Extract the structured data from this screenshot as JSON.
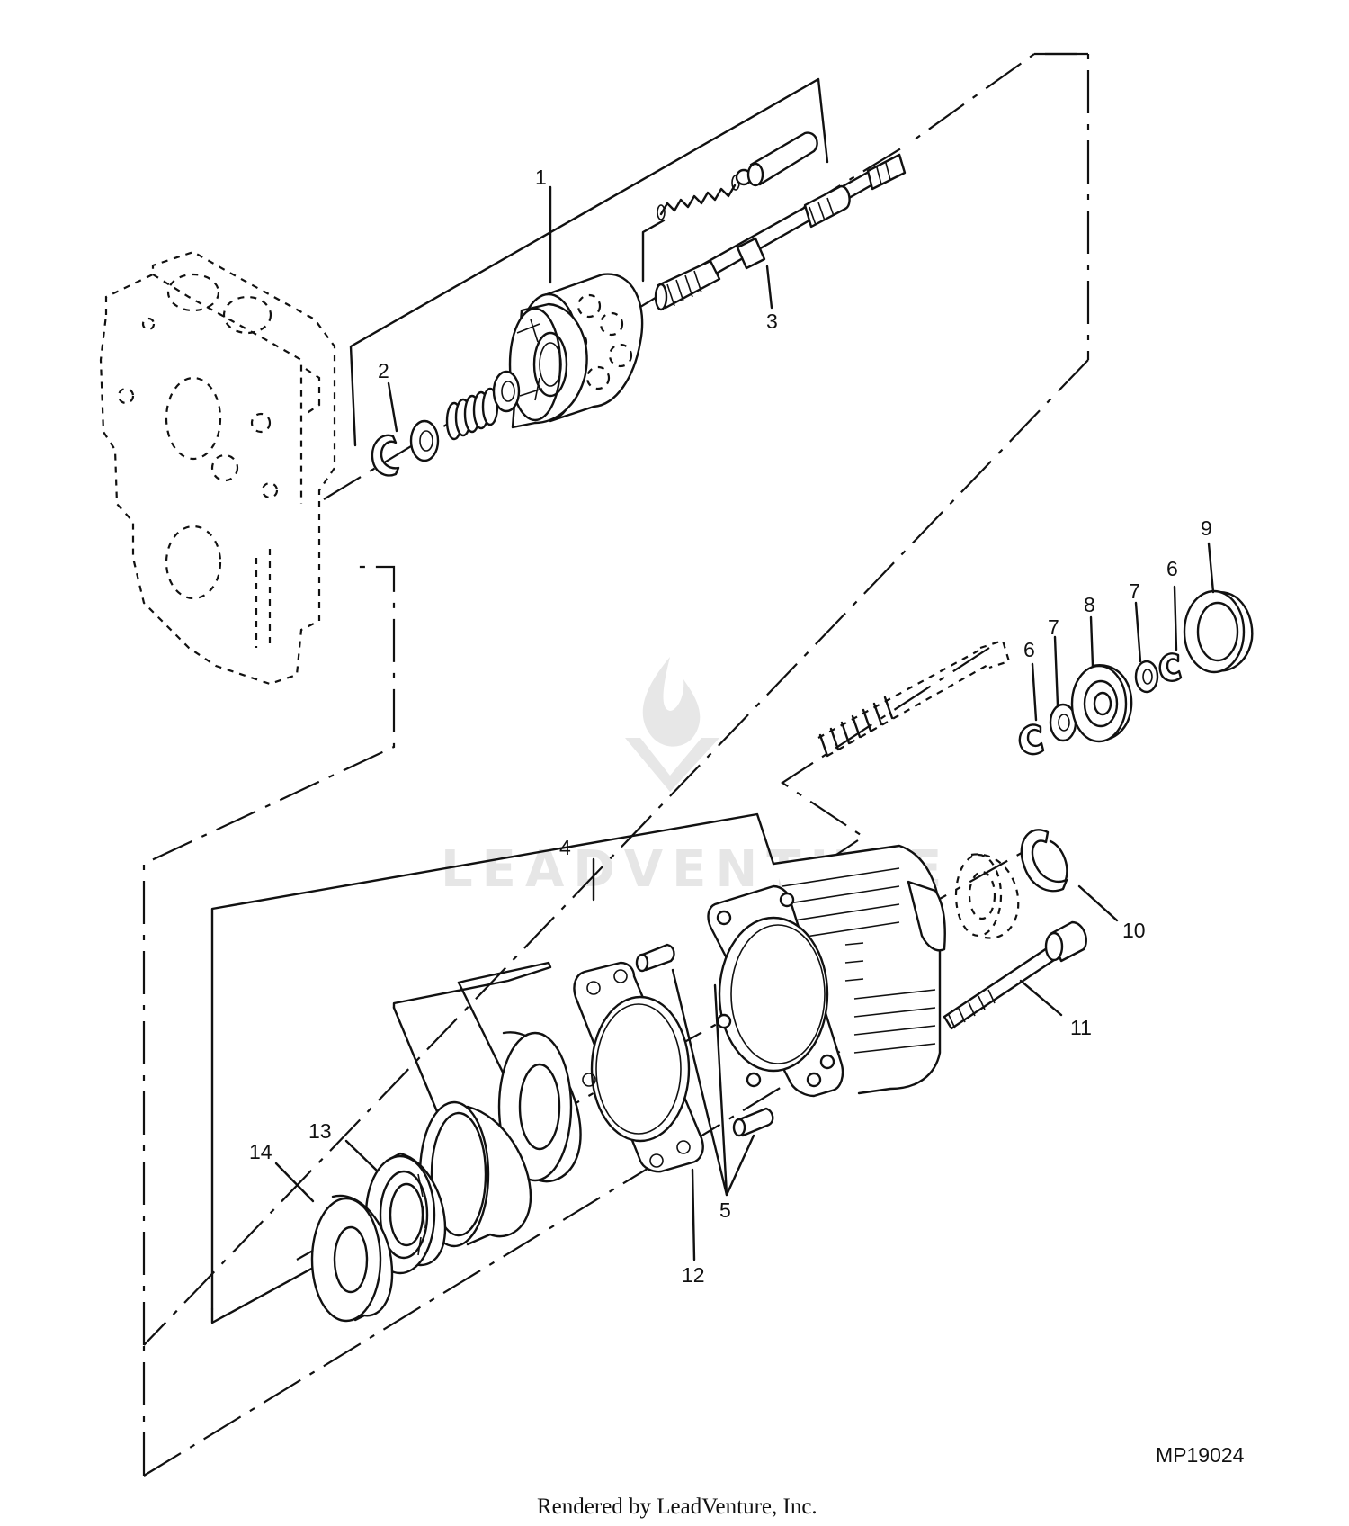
{
  "callouts": {
    "c1": "1",
    "c2": "2",
    "c3": "3",
    "c4": "4",
    "c5": "5",
    "c6a": "6",
    "c6b": "6",
    "c7a": "7",
    "c7b": "7",
    "c8": "8",
    "c9": "9",
    "c10": "10",
    "c11": "11",
    "c12": "12",
    "c13": "13",
    "c14": "14"
  },
  "figure_id": "MP19024",
  "credit": "Rendered by LeadVenture, Inc.",
  "watermark": {
    "text": "LEADVENTURE",
    "icon": "leadventure-flame-logo"
  }
}
